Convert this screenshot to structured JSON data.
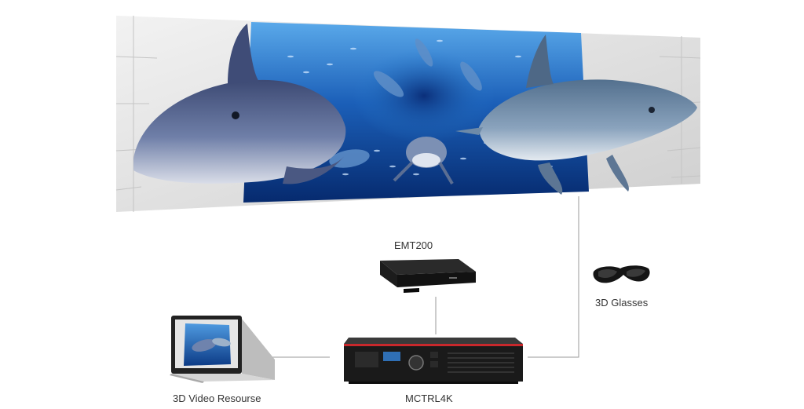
{
  "labels": {
    "emt200": "EMT200",
    "glasses": "3D Glasses",
    "video_source": "3D Video Resourse",
    "controller": "MCTRL4K"
  },
  "colors": {
    "line": "#9a9a9a",
    "ocean_light": "#3a8fd6",
    "ocean_dark": "#062a6e",
    "wall": "#e9e9e9",
    "device": "#1c1c1c",
    "accent": "#c8282c"
  },
  "icons": {
    "screen": "led-wall-3d-dolphins",
    "box": "emt200-box-icon",
    "glasses": "3d-glasses-icon",
    "laptop": "laptop-icon",
    "controller": "mctrl4k-controller-icon"
  }
}
